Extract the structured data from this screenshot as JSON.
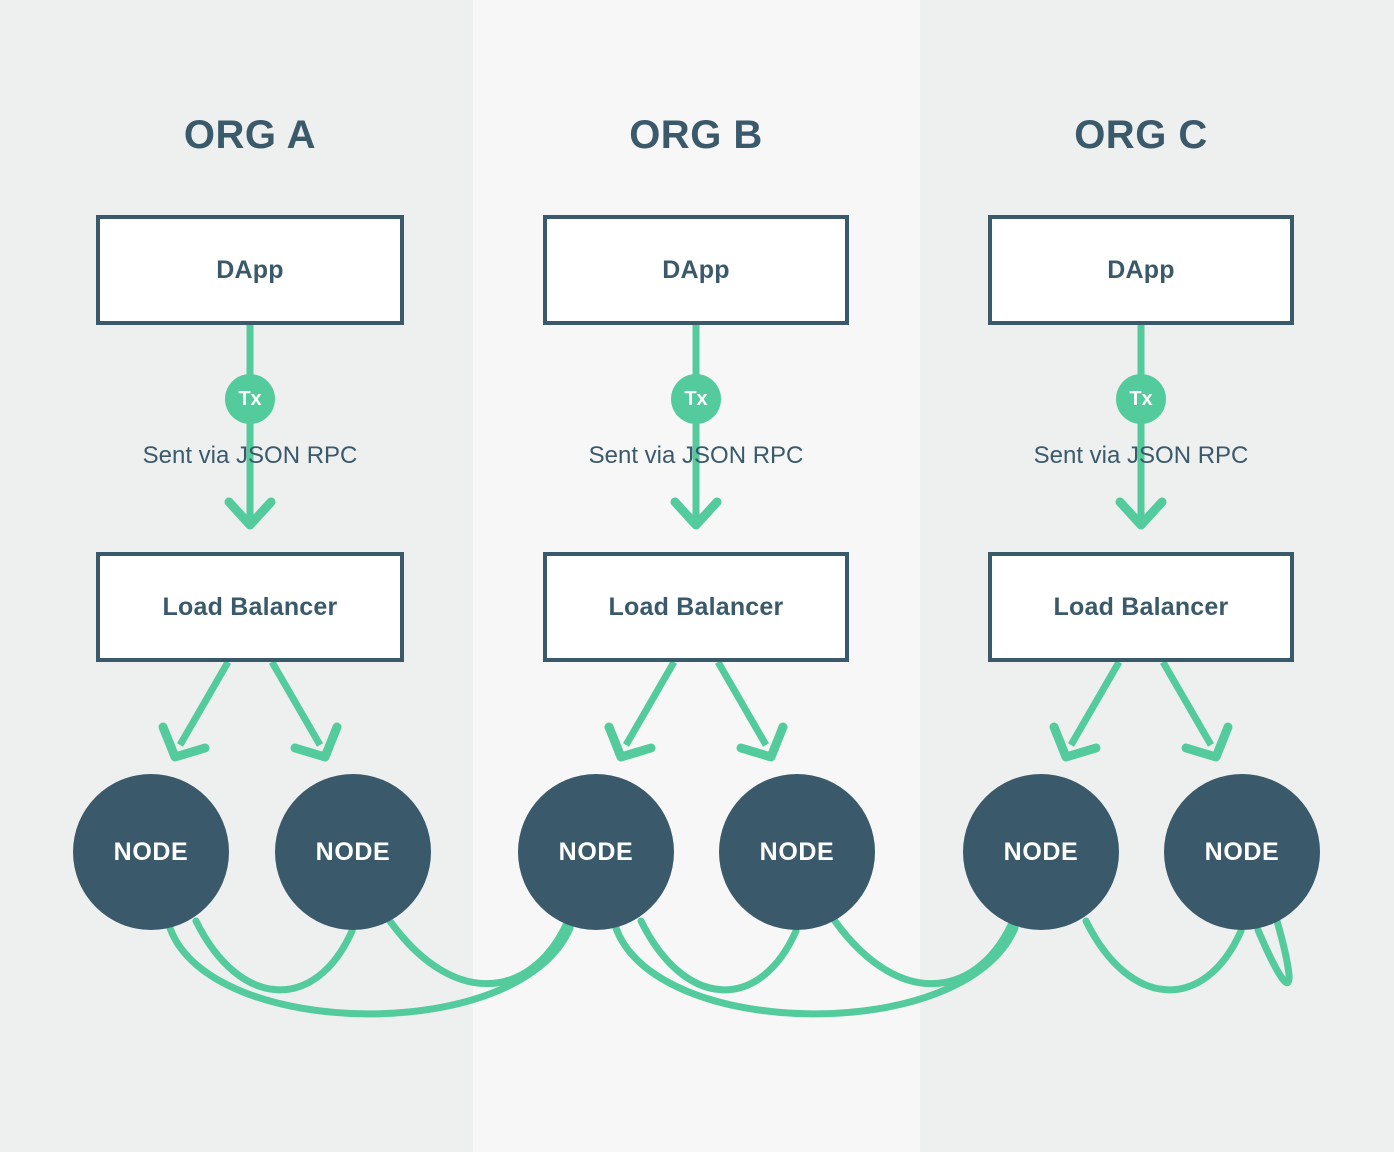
{
  "diagram": {
    "title": "Multi-organization DApp node topology",
    "colors": {
      "background_outer": "#eeefef",
      "background_middle_column": "#f7f7f7",
      "accent_green": "#54cb9c",
      "dark_slate": "#3a5a6b",
      "box_fill": "#ffffff",
      "node_text": "#ffffff"
    },
    "columns": [
      {
        "id": "org-a",
        "title": "ORG A",
        "dapp_label": "DApp",
        "tx_label": "Tx",
        "rpc_label": "Sent via JSON RPC",
        "load_balancer_label": "Load Balancer",
        "nodes": [
          {
            "label": "NODE"
          },
          {
            "label": "NODE"
          }
        ]
      },
      {
        "id": "org-b",
        "title": "ORG B",
        "dapp_label": "DApp",
        "tx_label": "Tx",
        "rpc_label": "Sent via JSON RPC",
        "load_balancer_label": "Load Balancer",
        "nodes": [
          {
            "label": "NODE"
          },
          {
            "label": "NODE"
          }
        ]
      },
      {
        "id": "org-c",
        "title": "ORG C",
        "dapp_label": "DApp",
        "tx_label": "Tx",
        "rpc_label": "Sent via JSON RPC",
        "load_balancer_label": "Load Balancer",
        "nodes": [
          {
            "label": "NODE"
          },
          {
            "label": "NODE"
          }
        ]
      }
    ]
  }
}
